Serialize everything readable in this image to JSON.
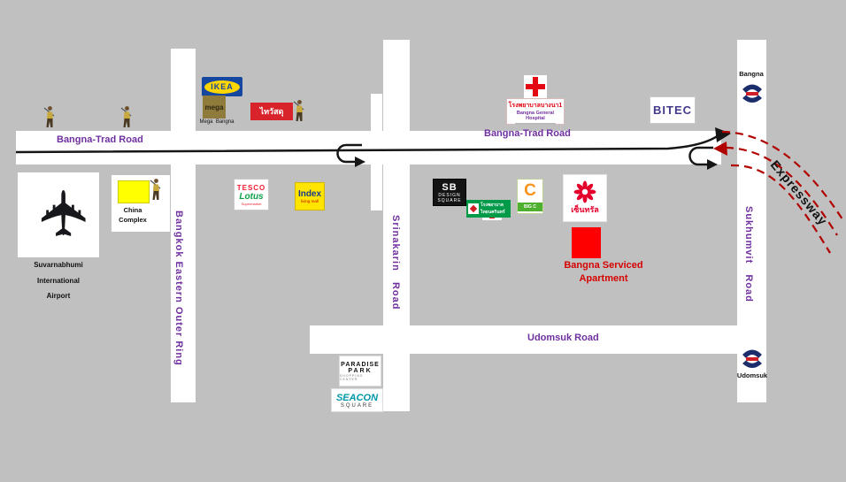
{
  "colors": {
    "background": "#c0c0c0",
    "road": "#ffffff",
    "road_label_purple": "#7030a0",
    "expressway_red": "#b00000",
    "apartment_red": "#d60000"
  },
  "icons": {
    "airplane": "✈"
  },
  "roads": {
    "bangna_trad_left": "Bangna-Trad Road",
    "bangna_trad_right": "Bangna-Trad Road",
    "outer_ring": "Bangkok Eastern Outer Ring",
    "srinakarin": "Srinakarin   Road",
    "sukhumvit": "Sukhumvit   Road",
    "udomsuk": "Udomsuk Road",
    "expressway": "Expressway"
  },
  "landmarks": {
    "ikea": {
      "label": "IKEA"
    },
    "mega_bangna": {
      "logo": "mega",
      "caption": "Mega  Bangna"
    },
    "thai_watsadu": {
      "label": "ไทวัสดุ"
    },
    "bangna_hospital": {
      "thai_name": "โรงพยาบาลบางนา1",
      "english_name": "Bangna General Hospital"
    },
    "bitec": {
      "label": "BITEC"
    },
    "bts_bangna": {
      "label": "Bangna"
    },
    "bts_udomsuk": {
      "label": "Udomsuk"
    },
    "tesco_lotus": {
      "line1": "TESCO",
      "line2": "Lotus",
      "line3": "Supermarket"
    },
    "index_living_mall": {
      "line1": "Index",
      "line2": "living mall"
    },
    "china_complex": {
      "line1": "China",
      "line2": "Complex"
    },
    "airport": {
      "line1": "Suvarnabhumi",
      "line2": "International",
      "line3": "Airport"
    },
    "sb_design_square": {
      "line1": "SB",
      "line2": "DESIGN",
      "line3": "SQUARE"
    },
    "thai_nakarin_hospital": {
      "label": "โรงพยาบาลไทยนครินทร์"
    },
    "big_c": {
      "big": "C",
      "small": "BIG C"
    },
    "central": {
      "label": "เซ็นทรัล"
    },
    "bangna_serviced_apartment": {
      "line1": "Bangna Serviced",
      "line2": "Apartment"
    },
    "paradise_park": {
      "line1": "PARADISE",
      "line2": "PARK",
      "line3": "SHOPPING CENTER"
    },
    "seacon_square": {
      "line1": "SEACON",
      "line2": "SQUARE"
    }
  }
}
